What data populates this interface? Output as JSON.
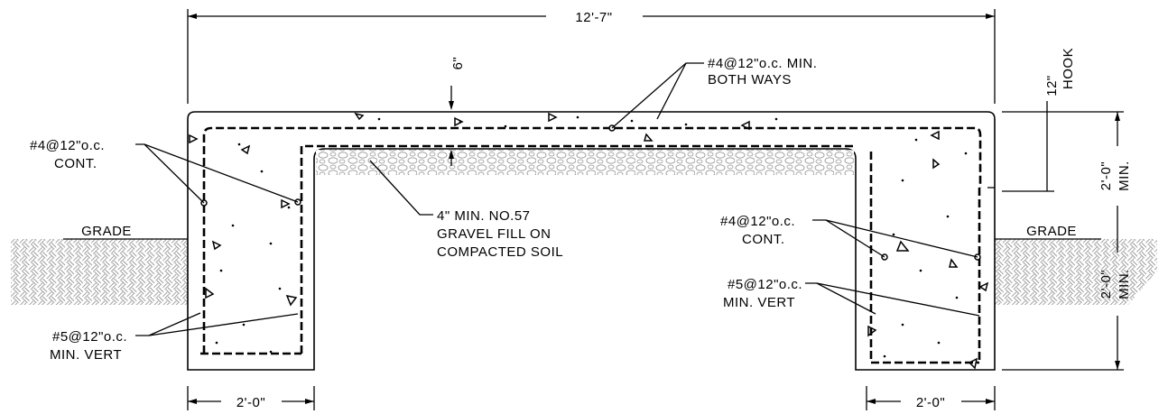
{
  "dimensions": {
    "overall_width": "12'-7\"",
    "slab_thickness": "6\"",
    "hook_length": "12\"",
    "hook_label": "HOOK",
    "above_grade": "2'-0\"",
    "above_grade_min": "MIN.",
    "below_grade": "2'-0\"",
    "below_grade_min": "MIN.",
    "left_wall_width": "2'-0\"",
    "right_wall_width": "2'-0\""
  },
  "labels": {
    "top_rebar_line1": "#4@12\"o.c. MIN.",
    "top_rebar_line2": "BOTH WAYS",
    "left_cont_line1": "#4@12\"o.c.",
    "left_cont_line2": "CONT.",
    "gravel_line1": "4\" MIN. NO.57",
    "gravel_line2": "GRAVEL FILL ON",
    "gravel_line3": "COMPACTED SOIL",
    "right_cont_line1": "#4@12\"o.c.",
    "right_cont_line2": "CONT.",
    "right_vert_line1": "#5@12\"o.c.",
    "right_vert_line2": "MIN. VERT",
    "left_vert_line1": "#5@12\"o.c.",
    "left_vert_line2": "MIN. VERT",
    "grade_left": "GRADE",
    "grade_right": "GRADE"
  }
}
